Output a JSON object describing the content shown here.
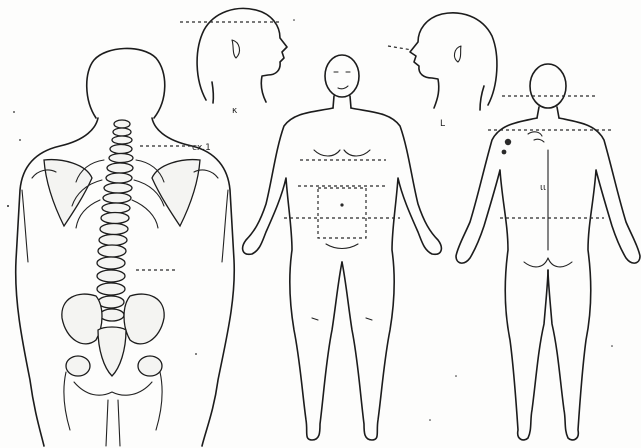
{
  "figure": {
    "views": [
      "head-profile-right",
      "head-profile-left",
      "back-skeletal",
      "front-body",
      "back-body"
    ],
    "annotations": {
      "cervical_note": "cx.1",
      "small_mark_left_head": "κ",
      "small_mark_right_head": "L",
      "back_mark": "ιι"
    }
  }
}
